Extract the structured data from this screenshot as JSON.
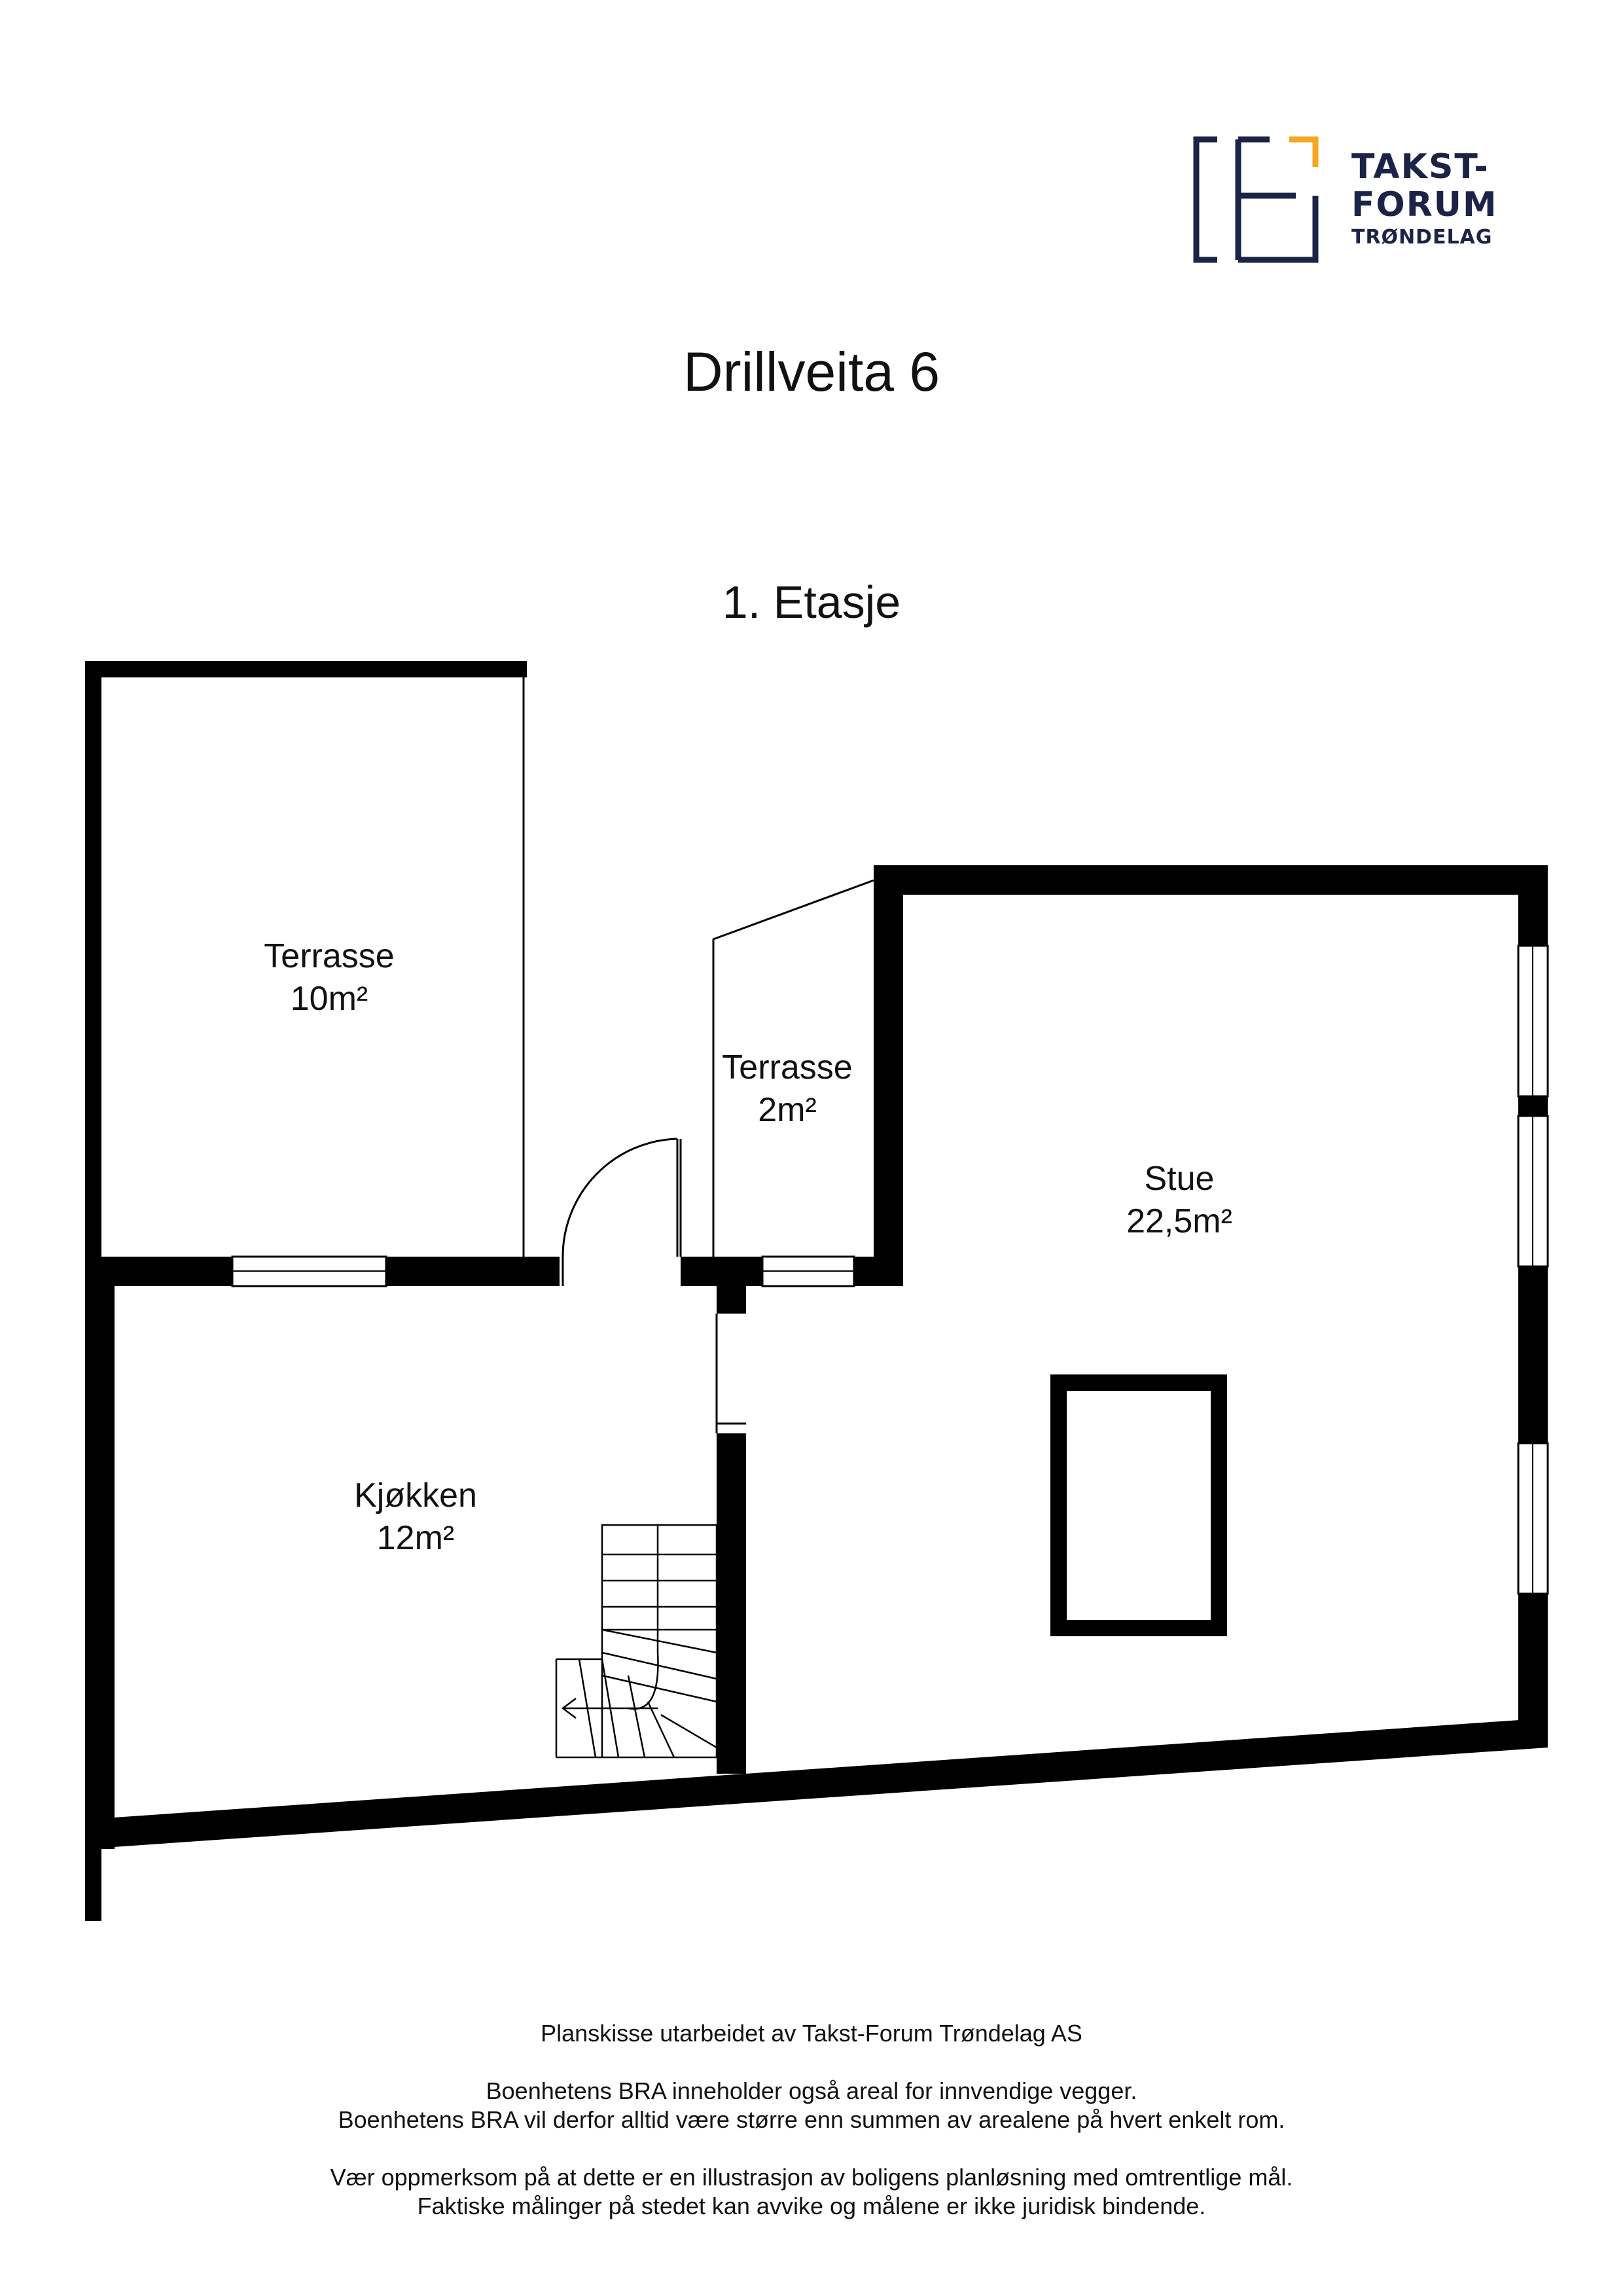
{
  "logo": {
    "line1": "TAKST-",
    "line2": "FORUM",
    "line3": "TRØNDELAG",
    "navy": "#1b2447",
    "accent": "#f5a623"
  },
  "title": "Drillveita 6",
  "floor": "1. Etasje",
  "rooms": [
    {
      "name": "Terrasse",
      "area": "10m²"
    },
    {
      "name": "Terrasse",
      "area": "2m²"
    },
    {
      "name": "Stue",
      "area": "22,5m²"
    },
    {
      "name": "Kjøkken",
      "area": "12m²"
    }
  ],
  "footer": {
    "line1": "Planskisse utarbeidet av Takst-Forum Trøndelag AS",
    "line2": "Boenhetens BRA inneholder også areal for innvendige vegger.",
    "line3": "Boenhetens BRA vil derfor alltid være større enn summen av arealene på hvert enkelt rom.",
    "line4": "Vær oppmerksom på at dette er en illustrasjon av boligens planløsning med omtrentlige mål.",
    "line5": "Faktiske målinger på stedet kan avvike og målene er ikke juridisk bindende."
  }
}
